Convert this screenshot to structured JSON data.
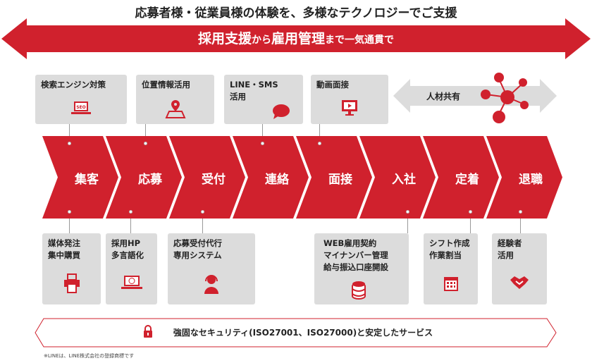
{
  "title": "応募者様・従業員様の体験を、多様なテクノロジーでご支援",
  "banner": {
    "part1": "採用支援",
    "part2": "から",
    "part3": "雇用管理",
    "part4": "まで一気通貫で"
  },
  "top_boxes": [
    {
      "lines": [
        "検索エンジン対策"
      ],
      "icon": "seo-laptop-icon",
      "icon_text": "SEO"
    },
    {
      "lines": [
        "位置情報活用"
      ],
      "icon": "map-pin-icon"
    },
    {
      "lines": [
        "LINE・SMS",
        "活用"
      ],
      "icon": "chat-bubble-icon"
    },
    {
      "lines": [
        "動画面接"
      ],
      "icon": "video-monitor-icon"
    }
  ],
  "talent_share": {
    "label": "人材共有",
    "icon": "people-network-icon"
  },
  "stages": [
    "集客",
    "応募",
    "受付",
    "連絡",
    "面接",
    "入社",
    "定着",
    "退職"
  ],
  "bottom_boxes": [
    {
      "lines": [
        "媒体発注",
        "集中購買"
      ],
      "icon": "printer-icon"
    },
    {
      "lines": [
        "採用HP",
        "多言語化"
      ],
      "icon": "globe-laptop-icon"
    },
    {
      "lines": [
        "応募受付代行",
        "専用システム"
      ],
      "icon": "headset-operator-icon"
    },
    {
      "lines": [
        "WEB雇用契約",
        "マイナンバー管理",
        "給与振込口座開設"
      ],
      "icon": "database-icon"
    },
    {
      "lines": [
        "シフト作成",
        "作業割当"
      ],
      "icon": "calendar-icon"
    },
    {
      "lines": [
        "経験者",
        "活用"
      ],
      "icon": "handshake-icon"
    }
  ],
  "security": {
    "text": "強固なセキュリティ(ISO27001、ISO27000)と安定したサービス",
    "icon": "lock-icon"
  },
  "footnote": "※LINEは、LINE株式会社の登録商標です",
  "colors": {
    "red": "#d0212d",
    "gray": "#dcdcdc"
  }
}
